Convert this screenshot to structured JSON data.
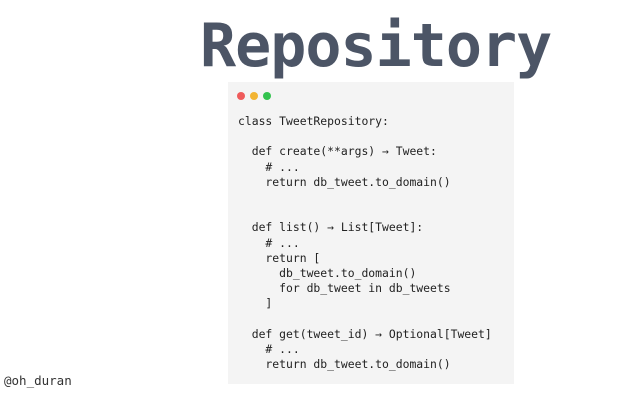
{
  "slide": {
    "title": "Repository",
    "author_handle": "@oh_duran"
  },
  "code_window": {
    "controls": [
      {
        "name": "close",
        "color": "#ef5b5b"
      },
      {
        "name": "minimize",
        "color": "#f2b432"
      },
      {
        "name": "maximize",
        "color": "#34c34f"
      }
    ],
    "lines": [
      "class TweetRepository:",
      "",
      "  def create(**args) → Tweet:",
      "    # ...",
      "    return db_tweet.to_domain()",
      "",
      "",
      "  def list() → List[Tweet]:",
      "    # ...",
      "    return [",
      "      db_tweet.to_domain()",
      "      for db_tweet in db_tweets",
      "    ]",
      "",
      "  def get(tweet_id) → Optional[Tweet]",
      "    # ...",
      "    return db_tweet.to_domain()"
    ]
  },
  "colors": {
    "title": "#4c5566",
    "code_background": "#f4f4f4",
    "code_text": "#222222"
  }
}
